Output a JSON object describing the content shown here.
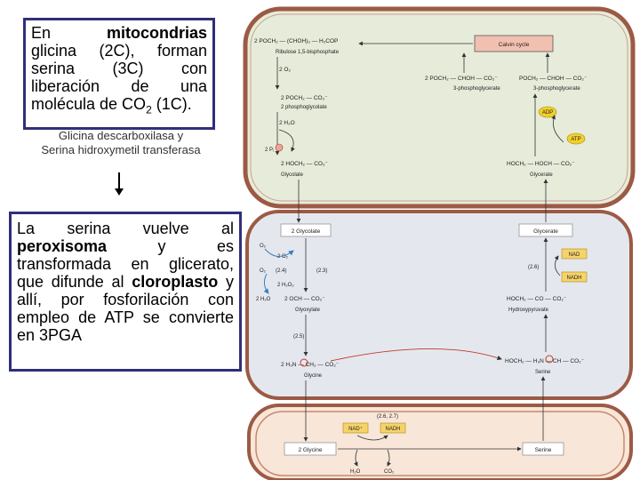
{
  "text_box_1": {
    "line1_a": "En",
    "line1_b": "mitocondrias",
    "line2": "glicina (2C), forman",
    "line3": "serina (3C) con",
    "line4": "liberación de una",
    "line5_a": "molécula de CO",
    "line5_sub": "2",
    "line5_b": " (1C)."
  },
  "enzymes": {
    "line1": "Glicina descarboxilasa y",
    "line2": "Serina hidroxymetil transferasa"
  },
  "text_box_2": {
    "t1": "La serina vuelve al ",
    "t2": "peroxisoma",
    "t3": " y es transformada en glicerato, que difunde al ",
    "t4": "cloroplasto",
    "t5": " y allí, por fosforilación con empleo de ATP se convierte en 3PGA"
  },
  "diagram": {
    "colors": {
      "chloroplast": "#e6ecd9",
      "peroxisome": "#e4e8ee",
      "mitochondrion": "#f8e6d8",
      "membrane": "#9c5a45",
      "calvin_box": "#f2c0b0",
      "atp": "#f2d02a",
      "nad_box": "#f6d36a",
      "o2_arrow": "#3a7fbf",
      "glycine_arrow": "#c0392b"
    },
    "chloroplast": {
      "top_left": "2 POCH₂ — (CHOH)₃ — H₂COP",
      "ribulose": "Ribulose 1,5-bisphosphate",
      "calvin": "Calvin cycle",
      "o2": "2 O₂",
      "two_pg_formula": "2 POCH₂ — CO₂⁻",
      "two_pg_name": "2 phosphoglycolate",
      "h2o": "2 H₂O",
      "pi": "2 Pᵢ",
      "glycolate_formula": "2 HOCH₂ — CO₂⁻",
      "glycolate_name": "Glycolate",
      "pga2_formula": "2 POCH₂ — CHOH — CO₂⁻",
      "pga2_name": "3-phosphoglycerate",
      "pga1_formula": "POCH₂ — CHOH — CO₂⁻",
      "pga1_name": "3-phosphoglycerate",
      "adp": "ADP",
      "atp": "ATP",
      "glycerate_formula": "HOCH₂ — HOCH — CO₂⁻",
      "glycerate_name": "Glycerate"
    },
    "peroxisome": {
      "glycolate": "2 Glycolate",
      "glycerate": "Glycerate",
      "o2": "O₂",
      "o2b": "O₂",
      "o2c": "2 O₂",
      "h2o2": "2 H₂O₂",
      "h2o2b": "2 H₂O",
      "step1": "(2.4)",
      "step2": "(2.3)",
      "step3": "(2.6)",
      "step4": "(2.5)",
      "glyoxylate_formula": "2 OCH — CO₂⁻",
      "glyoxylate_name": "Glyoxylate",
      "hydroxypyruvate_formula": "HOCH₂ — CO — CO₂⁻",
      "hydroxypyruvate_name": "Hydroxypyruvate",
      "nad": "NAD",
      "nadh": "NADH",
      "glycine_formula": "2 H₃N — CH₂ — CO₂⁻",
      "glycine_name": "Glycine",
      "serine_formula": "HOCH₂ — H₃N — CH — CO₂⁻",
      "serine_name": "Serine"
    },
    "mitochondrion": {
      "step": "(2.6, 2.7)",
      "nad": "NAD⁺",
      "nadh": "NADH",
      "glycine": "2 Glycine",
      "serine": "Serine",
      "h2o": "H₂O",
      "co2": "CO₂"
    }
  }
}
